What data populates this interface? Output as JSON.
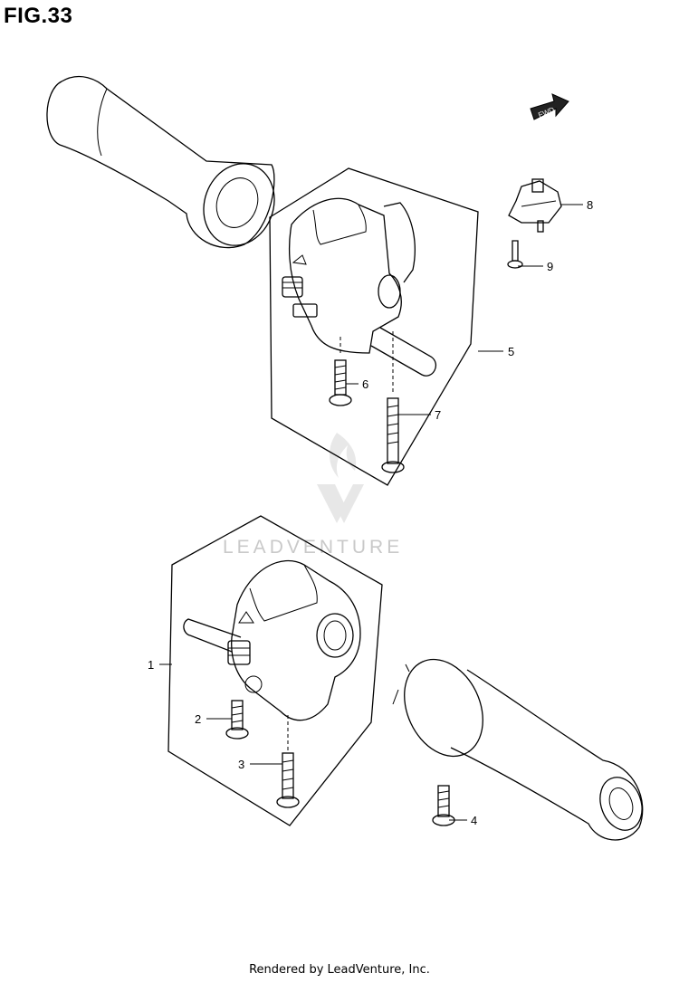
{
  "figure": {
    "title": "FIG.33",
    "footer": "Rendered by LeadVenture, Inc.",
    "watermark": "LEADVENTURE",
    "direction_label": "FWD"
  },
  "callouts": [
    {
      "id": "1",
      "label": "1"
    },
    {
      "id": "2",
      "label": "2"
    },
    {
      "id": "3",
      "label": "3"
    },
    {
      "id": "4",
      "label": "4"
    },
    {
      "id": "5",
      "label": "5"
    },
    {
      "id": "6",
      "label": "6"
    },
    {
      "id": "7",
      "label": "7"
    },
    {
      "id": "8",
      "label": "8"
    },
    {
      "id": "9",
      "label": "9"
    }
  ]
}
